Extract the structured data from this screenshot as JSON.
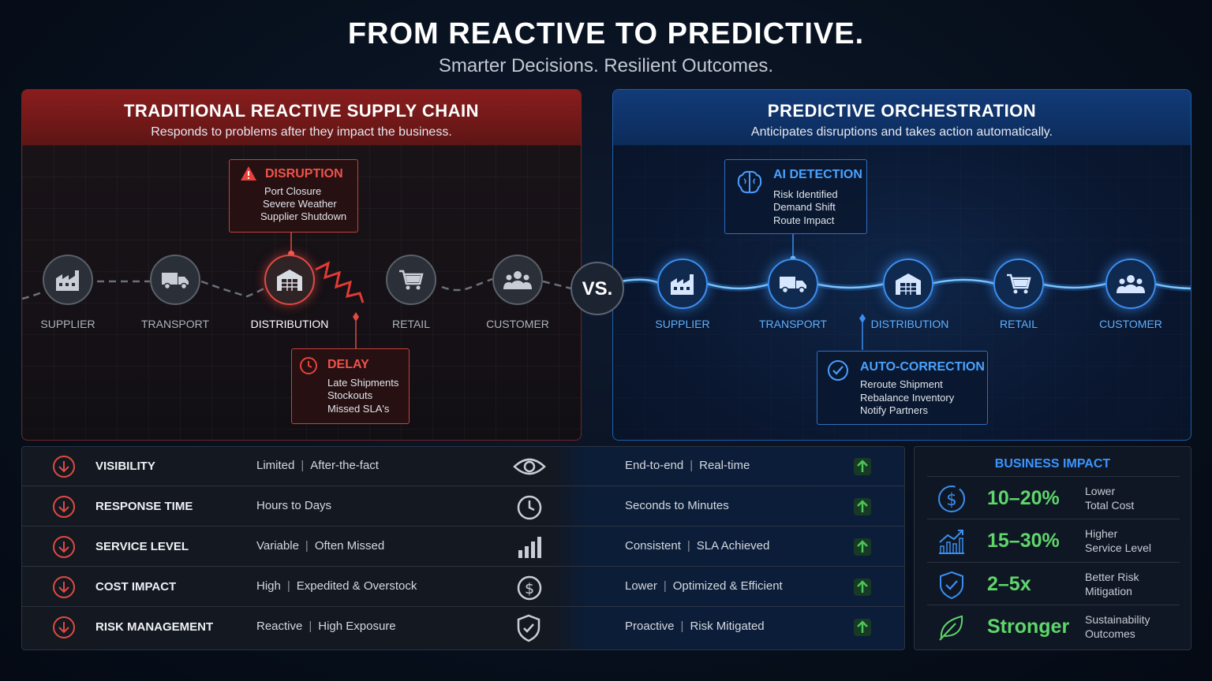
{
  "header": {
    "title": "FROM REACTIVE TO PREDICTIVE.",
    "subtitle": "Smarter Decisions. Resilient Outcomes."
  },
  "left_panel": {
    "title": "TRADITIONAL REACTIVE SUPPLY CHAIN",
    "subtitle": "Responds to problems after they impact the business.",
    "accent": "#e04a42",
    "nodes": [
      "SUPPLIER",
      "TRANSPORT",
      "DISTRIBUTION",
      "RETAIL",
      "CUSTOMER"
    ],
    "disruption": {
      "title": "DISRUPTION",
      "lines": [
        "Port Closure",
        "Severe Weather",
        "Supplier Shutdown"
      ]
    },
    "delay": {
      "title": "DELAY",
      "lines": [
        "Late Shipments",
        "Stockouts",
        "Missed SLA's"
      ]
    }
  },
  "vs_label": "VS.",
  "right_panel": {
    "title": "PREDICTIVE ORCHESTRATION",
    "subtitle": "Anticipates disruptions and takes action automatically.",
    "accent": "#3a8ef0",
    "nodes": [
      "SUPPLIER",
      "TRANSPORT",
      "DISTRIBUTION",
      "RETAIL",
      "CUSTOMER"
    ],
    "ai_detection": {
      "title": "AI DETECTION",
      "lines": [
        "Risk Identified",
        "Demand Shift",
        "Route Impact"
      ]
    },
    "auto_correction": {
      "title": "AUTO-CORRECTION",
      "lines": [
        "Reroute Shipment",
        "Rebalance Inventory",
        "Notify Partners"
      ]
    }
  },
  "comparison": {
    "rows": [
      {
        "metric": "VISIBILITY",
        "before": [
          "Limited",
          "After-the-fact"
        ],
        "after": [
          "End-to-end",
          "Real-time"
        ],
        "icon": "eye-icon"
      },
      {
        "metric": "RESPONSE TIME",
        "before": [
          "Hours to Days"
        ],
        "after": [
          "Seconds to Minutes"
        ],
        "icon": "clock-icon"
      },
      {
        "metric": "SERVICE LEVEL",
        "before": [
          "Variable",
          "Often Missed"
        ],
        "after": [
          "Consistent",
          "SLA Achieved"
        ],
        "icon": "bar-chart-icon"
      },
      {
        "metric": "COST IMPACT",
        "before": [
          "High",
          "Expedited & Overstock"
        ],
        "after": [
          "Lower",
          "Optimized & Efficient"
        ],
        "icon": "dollar-icon"
      },
      {
        "metric": "RISK MANAGEMENT",
        "before": [
          "Reactive",
          "High Exposure"
        ],
        "after": [
          "Proactive",
          "Risk Mitigated"
        ],
        "icon": "shield-check-icon"
      }
    ],
    "down_color": "#e04a42",
    "up_color": "#4cc45a"
  },
  "business_impact": {
    "title": "BUSINESS IMPACT",
    "items": [
      {
        "value": "10–20%",
        "desc1": "Lower",
        "desc2": "Total Cost",
        "icon": "dollar-icon"
      },
      {
        "value": "15–30%",
        "desc1": "Higher",
        "desc2": "Service Level",
        "icon": "trend-up-icon"
      },
      {
        "value": "2–5x",
        "desc1": "Better Risk",
        "desc2": "Mitigation",
        "icon": "shield-check-icon"
      },
      {
        "value": "Stronger",
        "desc1": "Sustainability",
        "desc2": "Outcomes",
        "icon": "leaf-icon"
      }
    ],
    "value_color": "#5ed66a"
  }
}
